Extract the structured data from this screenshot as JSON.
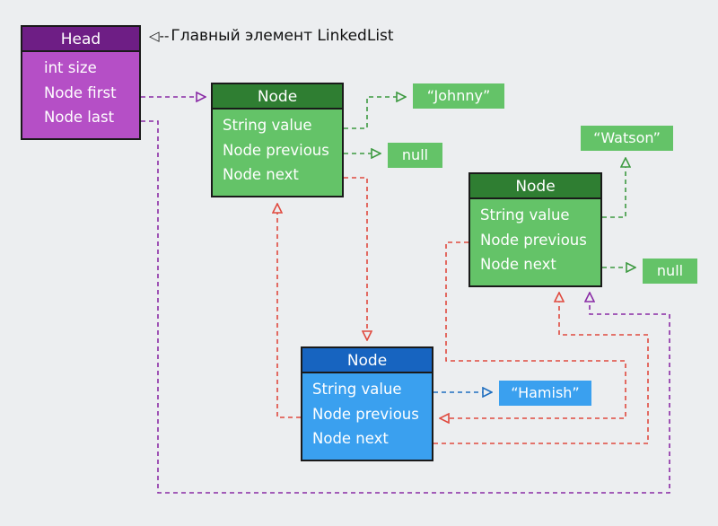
{
  "head": {
    "title": "Head",
    "fields": [
      "int size",
      "Node first",
      "Node last"
    ]
  },
  "note": {
    "arrow": "◁--",
    "text": "Главный элемент LinkedList"
  },
  "nodes": [
    {
      "title": "Node",
      "fields": [
        "String value",
        "Node previous",
        "Node next"
      ],
      "color": "green"
    },
    {
      "title": "Node",
      "fields": [
        "String value",
        "Node previous",
        "Node next"
      ],
      "color": "green"
    },
    {
      "title": "Node",
      "fields": [
        "String value",
        "Node previous",
        "Node next"
      ],
      "color": "blue"
    }
  ],
  "values": {
    "johnny": "“Johnny”",
    "null_1": "null",
    "watson": "“Watson”",
    "null_2": "null",
    "hamish": "“Hamish”"
  },
  "colors": {
    "purple_link": "#8a2ba6",
    "green_link": "#3d9a41",
    "red_link": "#e04a3f",
    "blue_link": "#1f6ebf",
    "background": "#eceef0"
  }
}
